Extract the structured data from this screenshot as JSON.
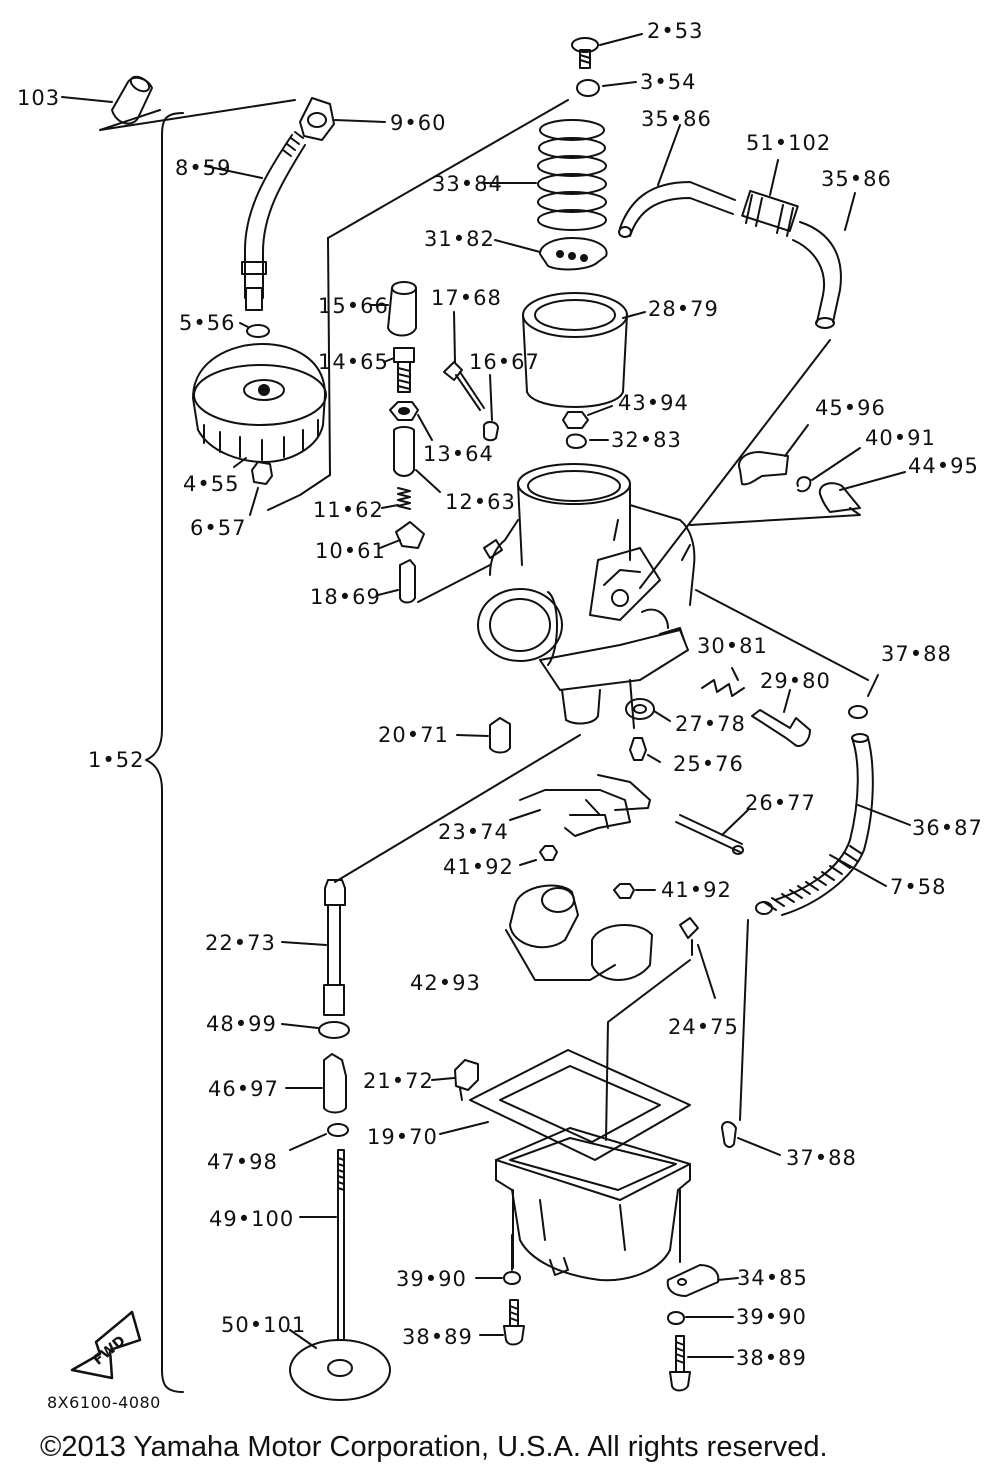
{
  "diagram": {
    "code": "8X6100-4080",
    "copyright": "©2013 Yamaha Motor Corporation, U.S.A. All rights reserved.",
    "fwd_label": "FWD"
  },
  "callouts": [
    {
      "id": "2-53",
      "text": "2•53"
    },
    {
      "id": "3-54",
      "text": "3•54"
    },
    {
      "id": "103",
      "text": "103"
    },
    {
      "id": "9-60",
      "text": "9•60"
    },
    {
      "id": "35-86-a",
      "text": "35•86"
    },
    {
      "id": "51-102",
      "text": "51•102"
    },
    {
      "id": "35-86-b",
      "text": "35•86"
    },
    {
      "id": "8-59",
      "text": "8•59"
    },
    {
      "id": "33-84",
      "text": "33•84"
    },
    {
      "id": "31-82",
      "text": "31•82"
    },
    {
      "id": "15-66",
      "text": "15•66"
    },
    {
      "id": "17-68",
      "text": "17•68"
    },
    {
      "id": "28-79",
      "text": "28•79"
    },
    {
      "id": "5-56",
      "text": "5•56"
    },
    {
      "id": "14-65",
      "text": "14•65"
    },
    {
      "id": "16-67",
      "text": "16•67"
    },
    {
      "id": "43-94",
      "text": "43•94"
    },
    {
      "id": "45-96",
      "text": "45•96"
    },
    {
      "id": "32-83",
      "text": "32•83"
    },
    {
      "id": "40-91",
      "text": "40•91"
    },
    {
      "id": "13-64",
      "text": "13•64"
    },
    {
      "id": "44-95",
      "text": "44•95"
    },
    {
      "id": "4-55",
      "text": "4•55"
    },
    {
      "id": "12-63",
      "text": "12•63"
    },
    {
      "id": "6-57",
      "text": "6•57"
    },
    {
      "id": "11-62",
      "text": "11•62"
    },
    {
      "id": "10-61",
      "text": "10•61"
    },
    {
      "id": "18-69",
      "text": "18•69"
    },
    {
      "id": "30-81",
      "text": "30•81"
    },
    {
      "id": "37-88-a",
      "text": "37•88"
    },
    {
      "id": "29-80",
      "text": "29•80"
    },
    {
      "id": "20-71",
      "text": "20•71"
    },
    {
      "id": "27-78",
      "text": "27•78"
    },
    {
      "id": "1-52",
      "text": "1•52"
    },
    {
      "id": "25-76",
      "text": "25•76"
    },
    {
      "id": "26-77",
      "text": "26•77"
    },
    {
      "id": "23-74",
      "text": "23•74"
    },
    {
      "id": "36-87",
      "text": "36•87"
    },
    {
      "id": "41-92-a",
      "text": "41•92"
    },
    {
      "id": "7-58",
      "text": "7•58"
    },
    {
      "id": "41-92-b",
      "text": "41•92"
    },
    {
      "id": "22-73",
      "text": "22•73"
    },
    {
      "id": "42-93",
      "text": "42•93"
    },
    {
      "id": "48-99",
      "text": "48•99"
    },
    {
      "id": "24-75",
      "text": "24•75"
    },
    {
      "id": "21-72",
      "text": "21•72"
    },
    {
      "id": "46-97",
      "text": "46•97"
    },
    {
      "id": "19-70",
      "text": "19•70"
    },
    {
      "id": "37-88-b",
      "text": "37•88"
    },
    {
      "id": "47-98",
      "text": "47•98"
    },
    {
      "id": "49-100",
      "text": "49•100"
    },
    {
      "id": "34-85",
      "text": "34•85"
    },
    {
      "id": "39-90-a",
      "text": "39•90"
    },
    {
      "id": "39-90-b",
      "text": "39•90"
    },
    {
      "id": "50-101",
      "text": "50•101"
    },
    {
      "id": "38-89-a",
      "text": "38•89"
    },
    {
      "id": "38-89-b",
      "text": "38•89"
    }
  ]
}
